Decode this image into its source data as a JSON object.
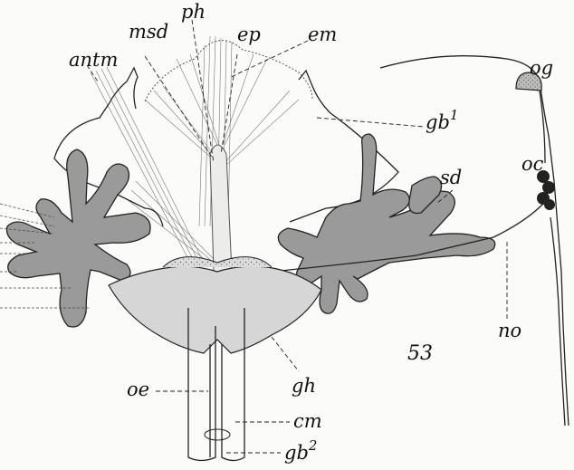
{
  "figure": {
    "number": "53",
    "colors": {
      "background": "#fbfbf9",
      "ink": "#222222",
      "salivary_gland_fill": "#9a9a9a",
      "ganglion_fill": "#d6d6d6"
    },
    "labels": {
      "antm": "antm",
      "msd": "msd",
      "ph": "ph",
      "ep": "ep",
      "em": "em",
      "og": "og",
      "gb1_base": "gb",
      "gb1_sup": "1",
      "oc": "oc",
      "sd": "sd",
      "no": "no",
      "gh": "gh",
      "oe": "oe",
      "cm": "cm",
      "gb2_base": "gb",
      "gb2_sup": "2"
    }
  }
}
